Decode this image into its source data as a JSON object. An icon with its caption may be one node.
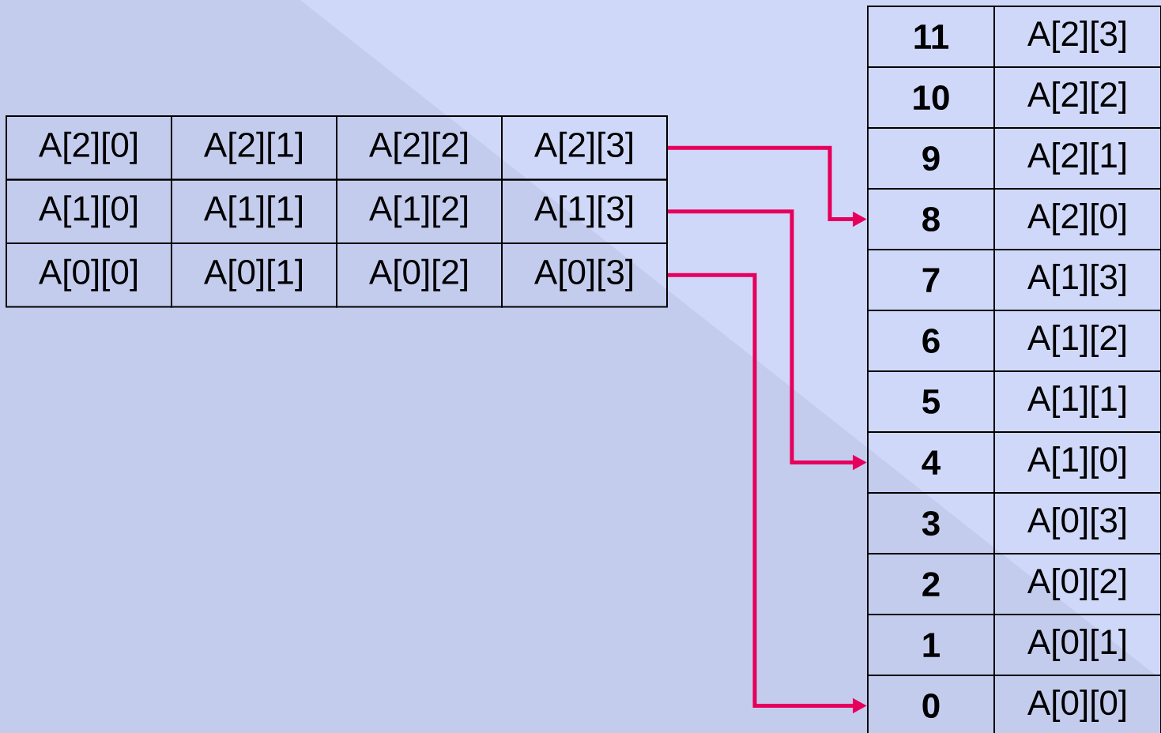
{
  "diagram": {
    "nodes": [
      {
        "text": [
          "A[2][0]"
        ]
      },
      {
        "text": [
          "A[2][1]"
        ]
      },
      {
        "text": [
          "A[2][2]"
        ]
      },
      {
        "text": [
          "A[2][3]"
        ]
      },
      {
        "text": [
          "A[1][0]"
        ]
      },
      {
        "text": [
          "A[1][1]"
        ]
      },
      {
        "text": [
          "A[1][2]"
        ]
      },
      {
        "text": [
          "A[1][3]"
        ]
      },
      {
        "text": [
          "A[0][0]"
        ]
      },
      {
        "text": [
          "A[0][1]"
        ]
      },
      {
        "text": [
          "A[0][2]"
        ]
      },
      {
        "text": [
          "A[0][3]"
        ]
      },
      {
        "text": [
          "11",
          "A[2][3]"
        ]
      },
      {
        "text": [
          "10",
          "A[2][2]"
        ]
      },
      {
        "text": [
          "9",
          "A[2][1]"
        ]
      },
      {
        "text": [
          "8",
          "A[2][0]"
        ]
      },
      {
        "text": [
          "7",
          "A[1][3]"
        ]
      },
      {
        "text": [
          "6",
          "A[1][2]"
        ]
      },
      {
        "text": [
          "5",
          "A[1][1]"
        ]
      },
      {
        "text": [
          "4",
          "A[1][0]"
        ]
      },
      {
        "text": [
          "3",
          "A[0][3]"
        ]
      },
      {
        "text": [
          "2",
          "A[0][2]"
        ]
      },
      {
        "text": [
          "1",
          "A[0][1]"
        ]
      },
      {
        "text": [
          "0",
          "A[0][0]"
        ]
      }
    ],
    "edges": [
      {
        "from": 3,
        "to": 15,
        "arrow": "to"
      },
      {
        "from": 7,
        "to": 19,
        "arrow": "to"
      },
      {
        "from": 11,
        "to": 23,
        "arrow": "to"
      }
    ]
  }
}
